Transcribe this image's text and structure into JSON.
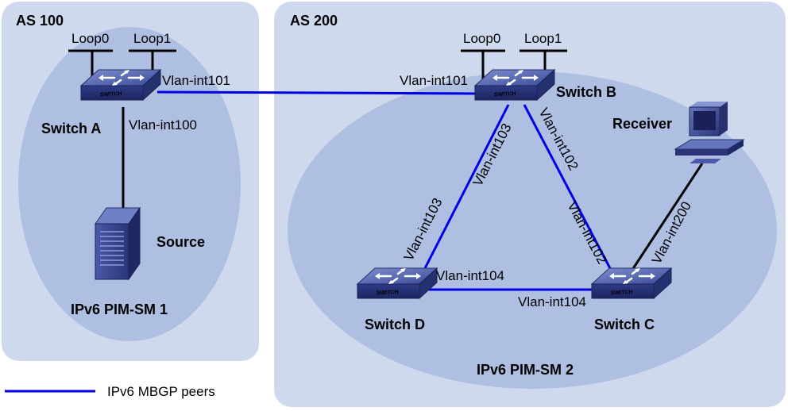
{
  "domains": [
    {
      "id": "as100",
      "label": "AS 100",
      "pim_domain": "IPv6 PIM-SM 1"
    },
    {
      "id": "as200",
      "label": "AS 200",
      "pim_domain": "IPv6 PIM-SM 2"
    }
  ],
  "switches": {
    "a": {
      "name": "Switch A",
      "loopbacks": [
        "Loop0",
        "Loop1"
      ],
      "device_label": "SWITCH"
    },
    "b": {
      "name": "Switch B",
      "loopbacks": [
        "Loop0",
        "Loop1"
      ],
      "device_label": "SWITCH"
    },
    "c": {
      "name": "Switch C",
      "device_label": "SWITCH"
    },
    "d": {
      "name": "Switch D",
      "device_label": "SWITCH"
    }
  },
  "hosts": {
    "source": {
      "name": "Source"
    },
    "receiver": {
      "name": "Receiver"
    }
  },
  "interfaces": {
    "a_b_on_a": "Vlan-int101",
    "a_b_on_b": "Vlan-int101",
    "a_source": "Vlan-int100",
    "b_d_on_b": "Vlan-int103",
    "b_d_on_d": "Vlan-int103",
    "b_c_on_b": "Vlan-int102",
    "b_c_on_c": "Vlan-int102",
    "d_c_on_d": "Vlan-int104",
    "d_c_on_c": "Vlan-int104",
    "c_receiver": "Vlan-int200"
  },
  "legend": {
    "label": "IPv6 MBGP peers",
    "color": "#0000e6"
  },
  "colors": {
    "domain_box": "#cfd9ee",
    "pim_ellipse": "#aebfe1",
    "peer_link": "#0000e6",
    "plain_link": "#000000"
  }
}
